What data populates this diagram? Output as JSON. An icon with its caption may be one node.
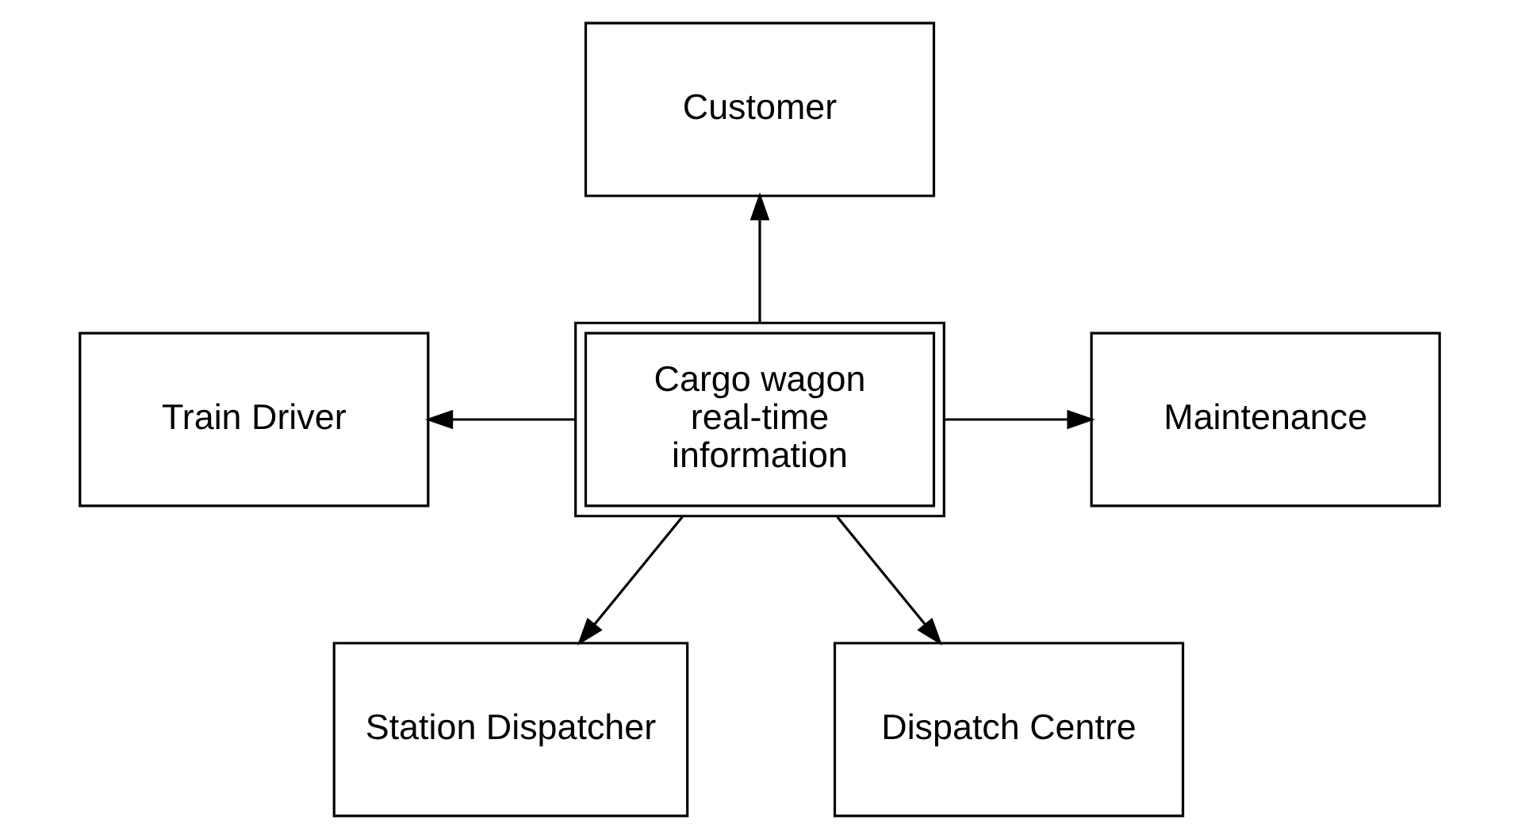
{
  "diagram": {
    "nodes": [
      {
        "text": [
          "Customer"
        ]
      },
      {
        "text": [
          "Train Driver"
        ]
      },
      {
        "text": [
          "Cargo wagon real-time information"
        ]
      },
      {
        "text": [
          "Maintenance"
        ]
      },
      {
        "text": [
          "Station Dispatcher"
        ]
      },
      {
        "text": [
          "Dispatch Centre"
        ]
      }
    ],
    "edges": [
      {
        "from": 2,
        "to": 0,
        "arrow": "to"
      },
      {
        "from": 2,
        "to": 1,
        "arrow": "to"
      },
      {
        "from": 2,
        "to": 3,
        "arrow": "to"
      },
      {
        "from": 2,
        "to": 4,
        "arrow": "to"
      },
      {
        "from": 2,
        "to": 5,
        "arrow": "to"
      }
    ]
  }
}
